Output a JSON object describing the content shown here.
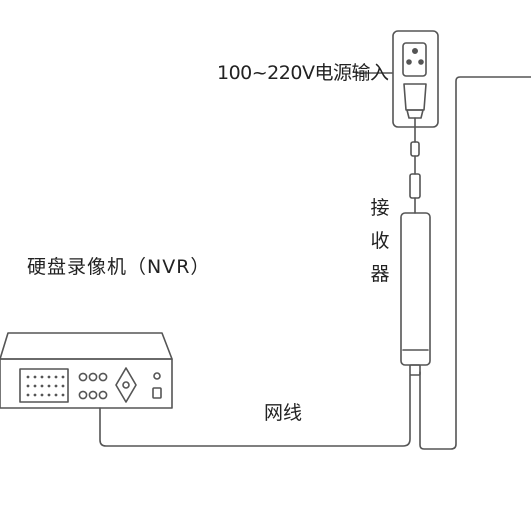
{
  "labels": {
    "power_input": "100~220V电源输入",
    "nvr": "硬盘录像机（NVR）",
    "network_cable": "网线",
    "receiver_chars": [
      "接",
      "收",
      "器"
    ]
  },
  "colors": {
    "line": "#555555",
    "text": "#222222",
    "background": "#ffffff"
  }
}
